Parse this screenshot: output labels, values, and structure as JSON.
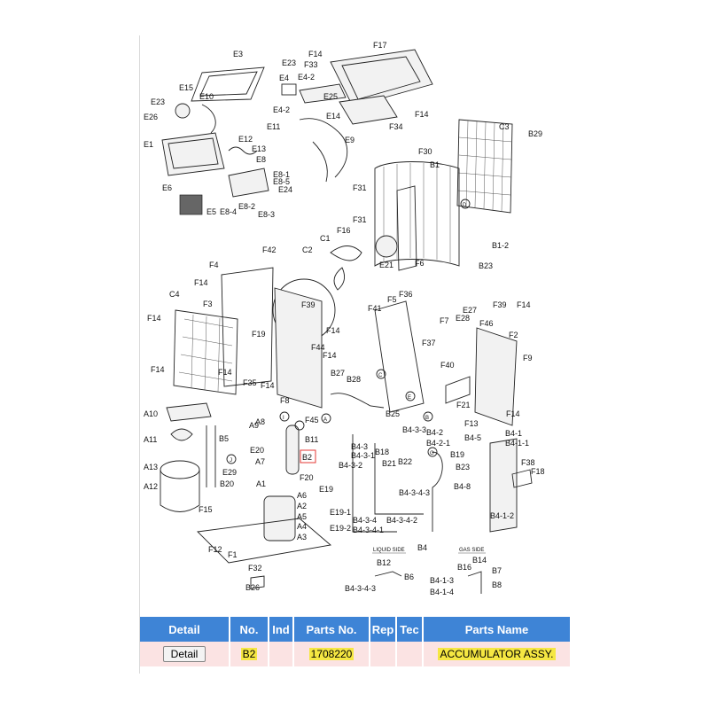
{
  "diagram": {
    "labels": [
      "E3",
      "F14",
      "F17",
      "E23",
      "F33",
      "E4",
      "E4-2",
      "E25",
      "E23",
      "E15",
      "E10",
      "E26",
      "F14",
      "E4-2",
      "E14",
      "E1",
      "E12",
      "E13",
      "E8",
      "E11",
      "E9",
      "F34",
      "C3",
      "B29",
      "F30",
      "B1",
      "E6",
      "E8-1",
      "E8-5",
      "E24",
      "E8-4",
      "E8-2",
      "E8-3",
      "E5",
      "F31",
      "F31",
      "F16",
      "C1",
      "C2",
      "B1-2",
      "E21",
      "F6",
      "B23",
      "F42",
      "F4",
      "F14",
      "F3",
      "C4",
      "F39",
      "F14",
      "F36",
      "F41",
      "F5",
      "E27",
      "E28",
      "F39",
      "F14",
      "F46",
      "F2",
      "F7",
      "F37",
      "F9",
      "F19",
      "F14",
      "F44",
      "F14",
      "F14",
      "F14",
      "F35",
      "F14",
      "F8",
      "B27",
      "B28",
      "F40",
      "F21",
      "F14",
      "A10",
      "A9",
      "A8",
      "F45",
      "B25",
      "A11",
      "B5",
      "E20",
      "B11",
      "B2",
      "B4-3-3",
      "B4-2",
      "B4-2-1",
      "F13",
      "B4-5",
      "B4-1",
      "B4-1-1",
      "A7",
      "B4-3",
      "B4-3-1",
      "B18",
      "B22",
      "B19",
      "A13",
      "E29",
      "B4-3-2",
      "B21",
      "B23",
      "F38",
      "F18",
      "A12",
      "B20",
      "A1",
      "F20",
      "E19",
      "A6",
      "A2",
      "B4-3-4-3",
      "B4-8",
      "A5",
      "E19-1",
      "A4",
      "E19-2",
      "A3",
      "B4-3-4",
      "B4-3-4-1",
      "B4-3-4-2",
      "B4-1-2",
      "F15",
      "B4",
      "F12",
      "F1",
      "B12",
      "B16",
      "B14",
      "B6",
      "B7",
      "F32",
      "B4-3-4-3",
      "B4-1-3",
      "B8",
      "B26",
      "B4-1-4"
    ],
    "notes": [
      "LIQUID SIDE",
      "GAS SIDE"
    ],
    "connectors": [
      "A",
      "B",
      "C",
      "D",
      "E",
      "G",
      "I",
      "J"
    ]
  },
  "table": {
    "headers": [
      "Detail",
      "No.",
      "Ind",
      "Parts No.",
      "Rep",
      "Tec",
      "Parts Name"
    ],
    "row": {
      "detail_button": "Detail",
      "no": "B2",
      "ind": "",
      "parts_no": "1708220",
      "rep": "",
      "tec": "",
      "parts_name": "ACCUMULATOR ASSY."
    }
  },
  "colors": {
    "header_bg": "#3e84d6",
    "row_bg": "#fbe3e3",
    "highlight": "#f5e742",
    "selection_box": "#e53935"
  }
}
